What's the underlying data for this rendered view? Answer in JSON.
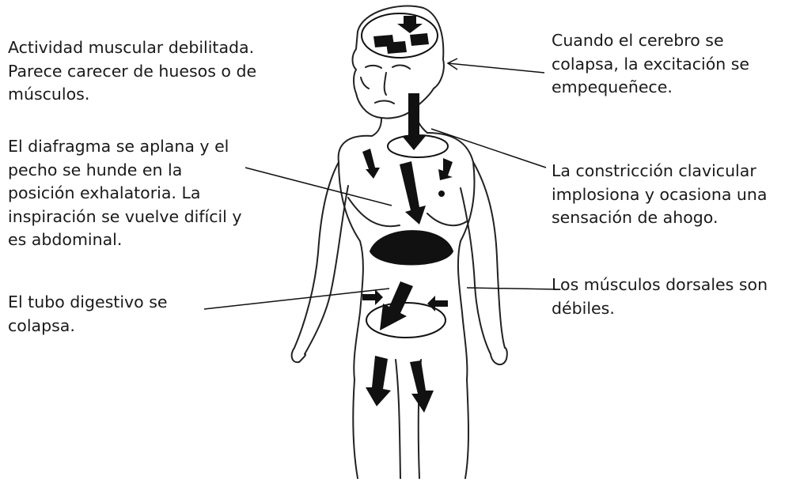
{
  "labels": {
    "muscular": "Actividad muscular debilitada.\nParece carecer de huesos o de\nmúsculos.",
    "diaphragm": "El diafragma se aplana y el\npecho se hunde en la\nposición exhalatoria. La\ninspiración se vuelve difícil y\nes abdominal.",
    "digestive": "El tubo digestivo se\ncolapsa.",
    "brain": "Cuando el cerebro se\ncolapsa, la excitación se\nempequeñece.",
    "clavicular": "La constricción clavicular\nimplosiona y ocasiona una\nsensación de ahogo.",
    "dorsal": "Los músculos dorsales son\ndébiles."
  },
  "colors": {
    "text": "#1a1a1a",
    "ink": "#111111",
    "background": "#ffffff"
  }
}
